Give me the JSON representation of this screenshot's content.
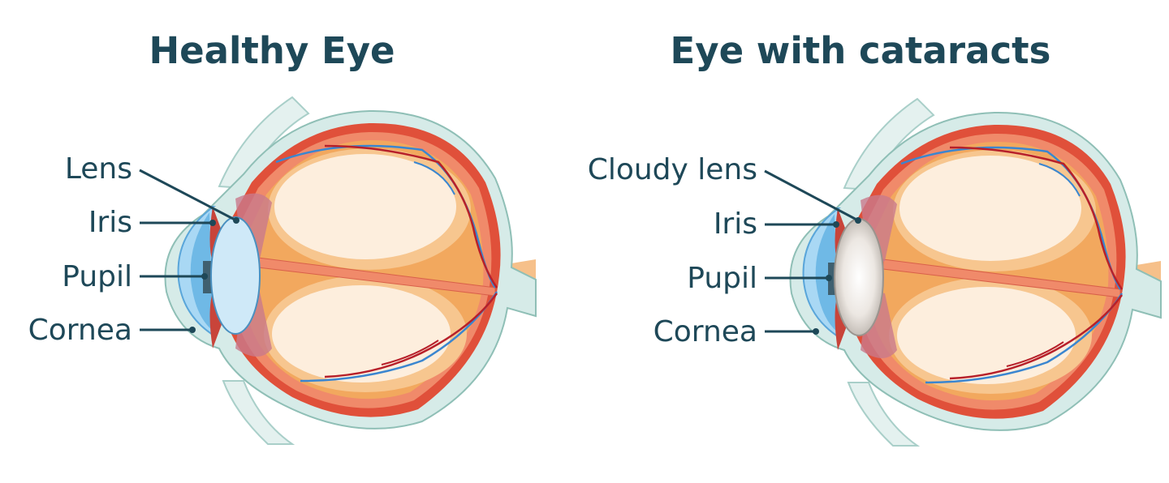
{
  "panels": [
    {
      "title": "Healthy Eye",
      "labels": [
        "Lens",
        "Iris",
        "Pupil",
        "Cornea"
      ],
      "lens_color": "#cfe9f8"
    },
    {
      "title": "Eye with cataracts",
      "labels": [
        "Cloudy lens",
        "Iris",
        "Pupil",
        "Cornea"
      ],
      "lens_color": "#e6e1dc"
    }
  ],
  "colors": {
    "text": "#1e4858",
    "sclera": "#d6ebe8",
    "choroid": "#e0503a",
    "retina": "#f2a85e",
    "vitreous": "#fdeedd",
    "cornea": "#6fb9e6"
  }
}
